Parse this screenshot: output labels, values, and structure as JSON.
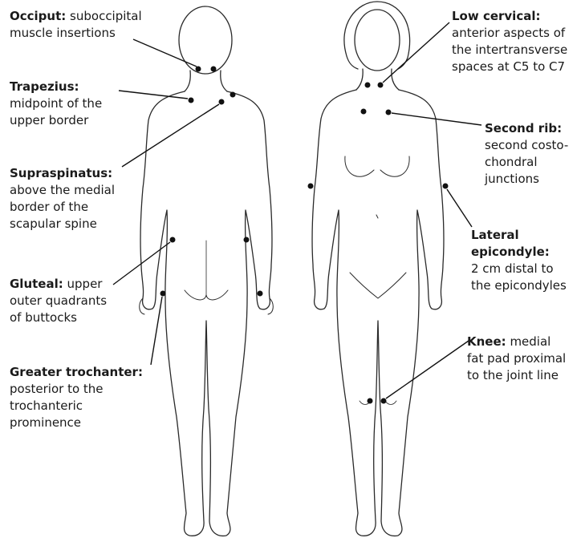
{
  "labels": {
    "occiput": {
      "head": "Occiput:",
      "rest": "suboccipital",
      "lines": [
        "muscle insertions"
      ]
    },
    "trapezius": {
      "head": "Trapezius:",
      "rest": "",
      "lines": [
        "midpoint of the",
        "upper border"
      ]
    },
    "supraspinatus": {
      "head": "Supraspinatus:",
      "rest": "",
      "lines": [
        "above the medial",
        "border of the",
        "scapular spine"
      ]
    },
    "gluteal": {
      "head": "Gluteal:",
      "rest": "upper",
      "lines": [
        "outer quadrants",
        "of buttocks"
      ]
    },
    "greater_trochanter": {
      "head": "Greater trochanter:",
      "rest": "",
      "lines": [
        "posterior to the",
        "trochanteric",
        "prominence"
      ]
    },
    "low_cervical": {
      "head": "Low cervical:",
      "rest": "",
      "lines": [
        "anterior aspects of",
        "the intertransverse",
        "spaces at C5 to C7"
      ]
    },
    "second_rib": {
      "head": "Second rib:",
      "rest": "",
      "lines": [
        "second costo-",
        "chondral",
        "junctions"
      ]
    },
    "lateral_epicondyle": {
      "head": "Lateral",
      "rest": "",
      "lines": [
        "epicondyle:",
        "2 cm distal to",
        "the epicondyles"
      ]
    },
    "knee": {
      "head": "Knee:",
      "rest": "medial",
      "lines": [
        "fat pad proximal",
        "to the joint line"
      ]
    }
  },
  "colors": {
    "ink": "#1a1a1a",
    "outline": "#2a2a2a"
  }
}
